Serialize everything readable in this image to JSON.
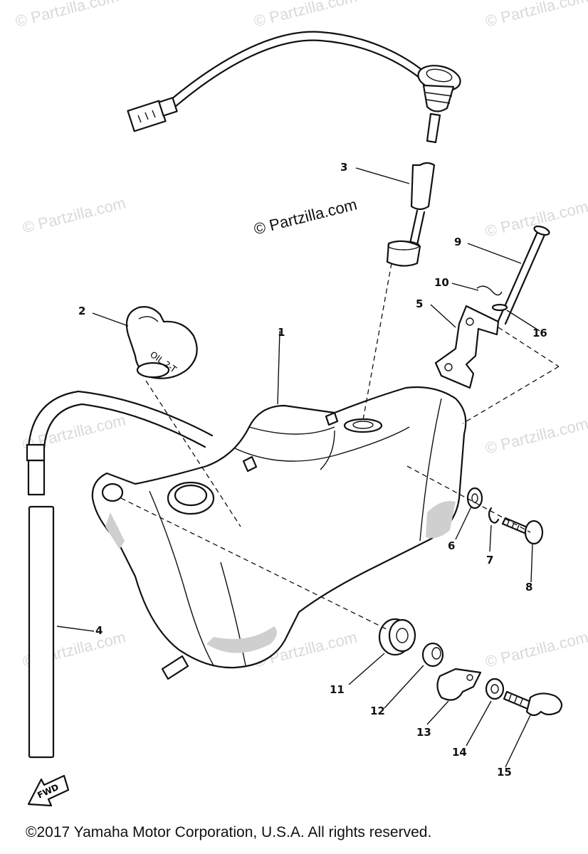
{
  "watermarks": {
    "repeat_text": "© Partzilla.com",
    "center_text": "© Partzilla.com"
  },
  "callouts": [
    "1",
    "2",
    "3",
    "4",
    "5",
    "6",
    "7",
    "8",
    "9",
    "10",
    "11",
    "12",
    "13",
    "14",
    "15",
    "16"
  ],
  "part_markings": {
    "cap_text": "OIL 2-T",
    "arrow_text": "FWD"
  },
  "copyright": "©2017  Yamaha Motor Corporation, U.S.A. All rights reserved."
}
